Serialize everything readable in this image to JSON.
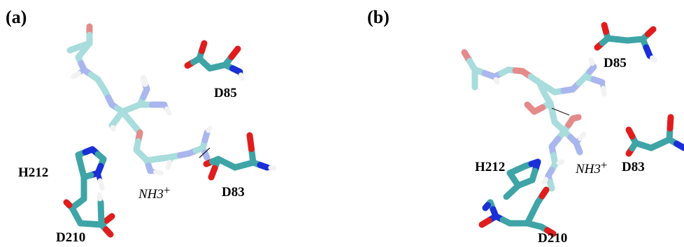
{
  "colors": {
    "carbon": "#3fa4a6",
    "carbon_light": "#a9dcdc",
    "oxygen": "#e01d1d",
    "oxygen_light": "#e58a8a",
    "nitrogen": "#1b2fd6",
    "nitrogen_light": "#aab6ee",
    "hydrogen": "#f2f2f2",
    "hbond": "#1a1a1a"
  },
  "panels": [
    {
      "label": "(a)",
      "residues": [
        "D85",
        "H212",
        "D83",
        "D210"
      ],
      "ion_label": "NH3",
      "ion_charge": "+"
    },
    {
      "label": "(b)",
      "residues": [
        "D85",
        "H212",
        "D83",
        "D210"
      ],
      "ion_label": "NH3",
      "ion_charge": "+"
    }
  ]
}
